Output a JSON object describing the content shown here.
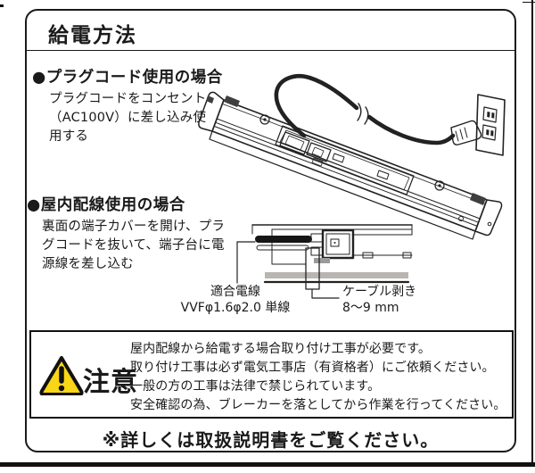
{
  "header": {
    "title": "給電方法"
  },
  "sections": {
    "plug_cord": {
      "heading": "●プラグコード使用の場合",
      "body": [
        "プラグコードをコンセント",
        "（AC100V）に差し込み使",
        "用する"
      ]
    },
    "indoor_wiring": {
      "heading": "●屋内配線使用の場合",
      "body": [
        "裏面の端子カバーを開け、プラ",
        "グコードを抜いて、端子台に電",
        "源線を差し込む"
      ],
      "labels": {
        "wire_spec_line1": "適合電線",
        "wire_spec_line2": "VVFφ1.6φ2.0 単線",
        "cable_strip_line1": "ケーブル剥き",
        "cable_strip_line2": "8～9 mm"
      }
    }
  },
  "caution": {
    "label": "注意",
    "lines": [
      "屋内配線から給電する場合取り付け工事が必要です。",
      "取り付け工事は必ず電気工事店（有資格者）にご依頼ください。",
      "一般の方の工事は法律で禁じられています。",
      "安全確認の為、ブレーカーを落としてから作業を行ってください。"
    ]
  },
  "footer": {
    "note": "※詳しくは取扱説明書をご覧ください。"
  },
  "icons": {
    "warning": "warning-triangle"
  },
  "colors": {
    "ink": "#1a1a1a",
    "caution_yellow": "#f9d616",
    "diffuser_gray": "#b9b5b1"
  }
}
